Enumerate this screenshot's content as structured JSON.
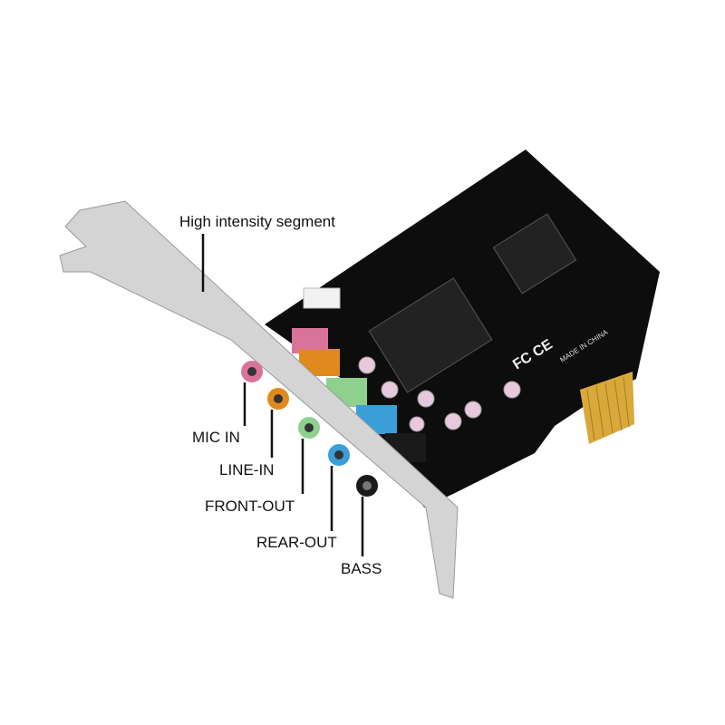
{
  "labels": {
    "segment": "High intensity segment",
    "mic_in": "MIC IN",
    "line_in": "LINE-IN",
    "front_out": "FRONT-OUT",
    "rear_out": "REAR-OUT",
    "bass": "BASS"
  },
  "board_markings": [
    "MADE IN CHINA",
    "FC",
    "CE"
  ],
  "colors": {
    "board": "#0d0d0d",
    "bracket": "#d4d4d4",
    "mic": "#d9739a",
    "line": "#e08a1e",
    "front": "#8fd08f",
    "rear": "#3a9fd6",
    "bass": "#1a1a1a",
    "gold": "#d8a93a"
  }
}
